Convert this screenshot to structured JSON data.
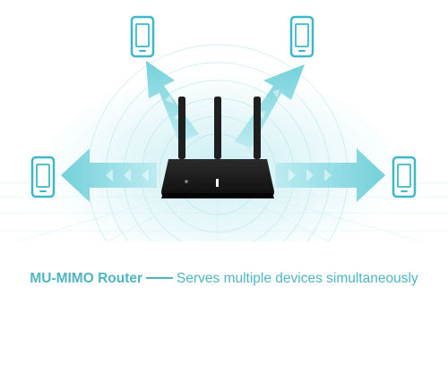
{
  "caption": {
    "title": "MU-MIMO Router",
    "subtitle": "Serves multiple devices simultaneously"
  },
  "colors": {
    "accent": "#4eb5c2",
    "arrow": "#7dd3dc",
    "router": "#1a1a1a",
    "device_outline": "#3db8c8"
  },
  "devices": [
    {
      "name": "phone-top-left",
      "icon": "smartphone-icon"
    },
    {
      "name": "phone-top-right",
      "icon": "smartphone-icon"
    },
    {
      "name": "phone-left",
      "icon": "smartphone-icon"
    },
    {
      "name": "phone-right",
      "icon": "smartphone-icon"
    }
  ],
  "router": {
    "antennas": 3
  }
}
